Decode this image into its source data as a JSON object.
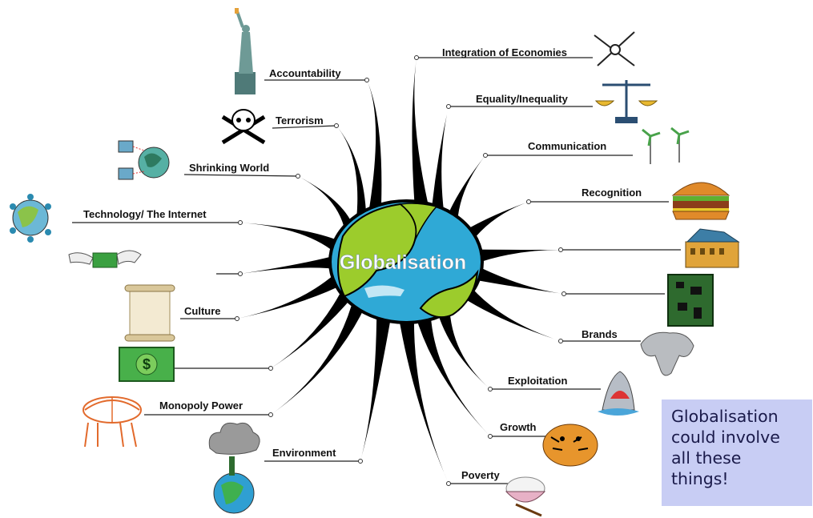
{
  "center": {
    "title": "Globalisation"
  },
  "labels": {
    "accountability": "Accountability",
    "terrorism": "Terrorism",
    "shrinking_world": "Shrinking World",
    "technology": "Technology/ The Internet",
    "culture": "Culture",
    "monopoly": "Monopoly Power",
    "environment": "Environment",
    "integration": "Integration of Economies",
    "equality": "Equality/Inequality",
    "communication": "Communication",
    "recognition": "Recognition",
    "brands": "Brands",
    "exploitation": "Exploitation",
    "growth": "Growth",
    "poverty": "Poverty"
  },
  "note": {
    "lines": [
      "Globalisation",
      "could involve",
      "all these",
      "things!"
    ]
  },
  "colors": {
    "note_bg": "#c8cdf4",
    "land": "#9ccc2c",
    "ocean": "#2fa9d6",
    "branch": "#000000"
  }
}
